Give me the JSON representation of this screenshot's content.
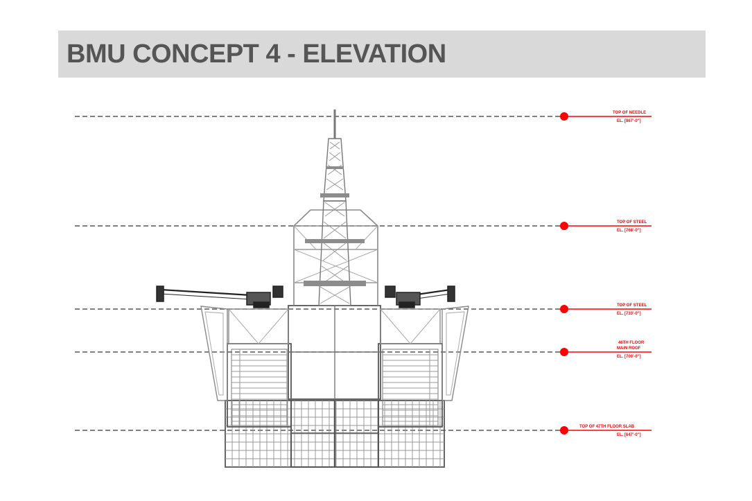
{
  "title": "BMU CONCEPT 4 - ELEVATION",
  "colors": {
    "title_background": "#d9d9d9",
    "title_text": "#555555",
    "structure": "#8c8c8c",
    "level_marker": "#ff0000"
  },
  "levels": [
    {
      "id": "top-of-needle",
      "lines": [
        "TOP OF NEEDLE",
        "EL. [867'-0\"]"
      ]
    },
    {
      "id": "top-of-steel-upper",
      "lines": [
        "TOP OF STEEL",
        "EL. [768'-0\"]"
      ]
    },
    {
      "id": "top-of-steel-lower",
      "lines": [
        "TOP OF STEEL",
        "EL. [733'-0\"]"
      ]
    },
    {
      "id": "floor-roof",
      "lines": [
        "46TH FLOOR",
        "MAIN ROOF",
        "EL. [700'-0\"]"
      ]
    },
    {
      "id": "top-of-slab",
      "lines": [
        "TOP OF 47TH FLOOR SLAB",
        "EL. [647'-0\"]"
      ]
    }
  ]
}
